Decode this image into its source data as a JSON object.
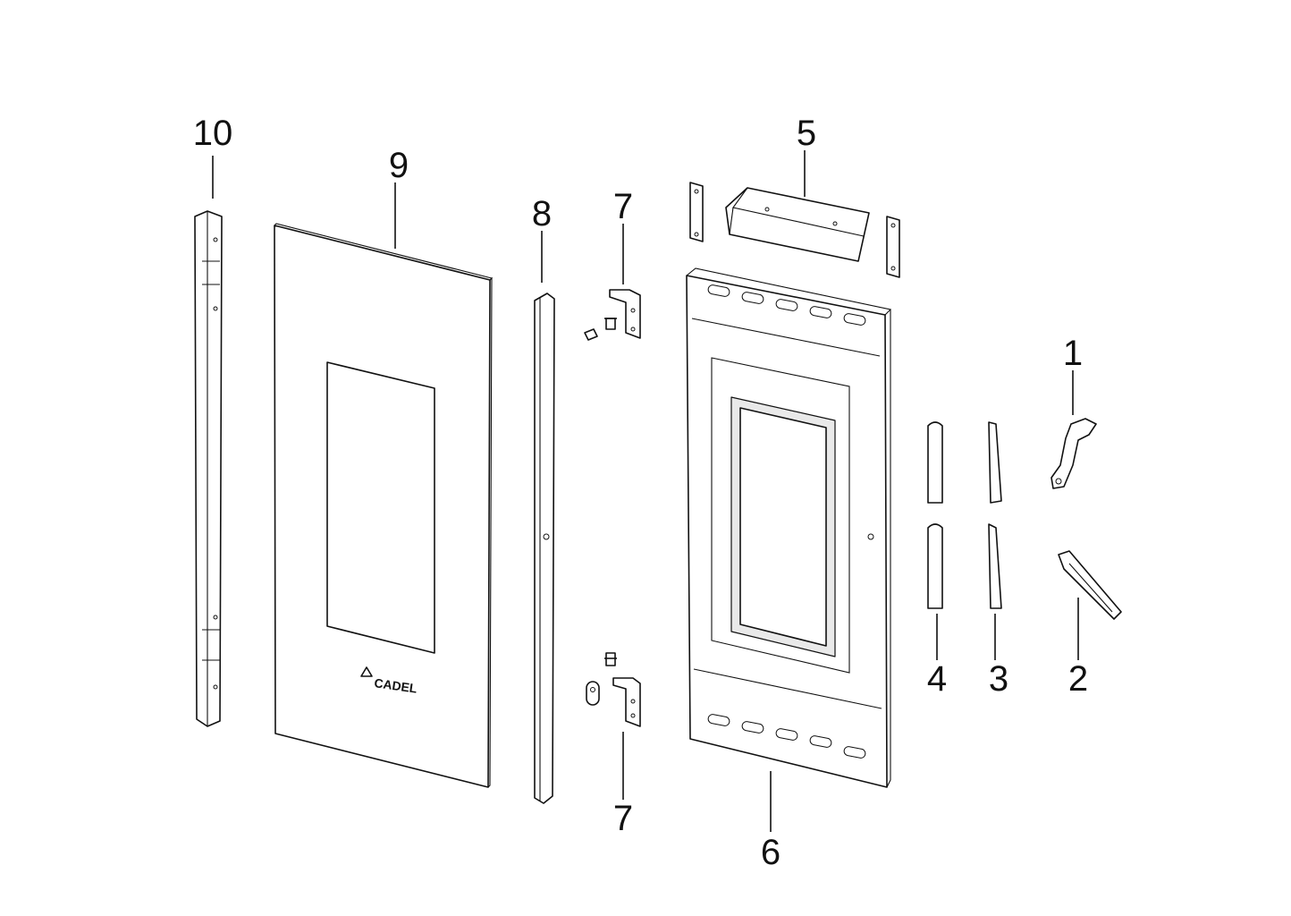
{
  "callouts": [
    {
      "id": "1",
      "label": "1"
    },
    {
      "id": "2",
      "label": "2"
    },
    {
      "id": "3",
      "label": "3"
    },
    {
      "id": "4",
      "label": "4"
    },
    {
      "id": "5",
      "label": "5"
    },
    {
      "id": "6",
      "label": "6"
    },
    {
      "id": "7a",
      "label": "7"
    },
    {
      "id": "7b",
      "label": "7"
    },
    {
      "id": "8",
      "label": "8"
    },
    {
      "id": "9",
      "label": "9"
    },
    {
      "id": "10",
      "label": "10"
    }
  ],
  "brand_logo": "CADEL",
  "colors": {
    "line": "#111111",
    "background": "#ffffff",
    "shade": "#e9e9e9"
  }
}
